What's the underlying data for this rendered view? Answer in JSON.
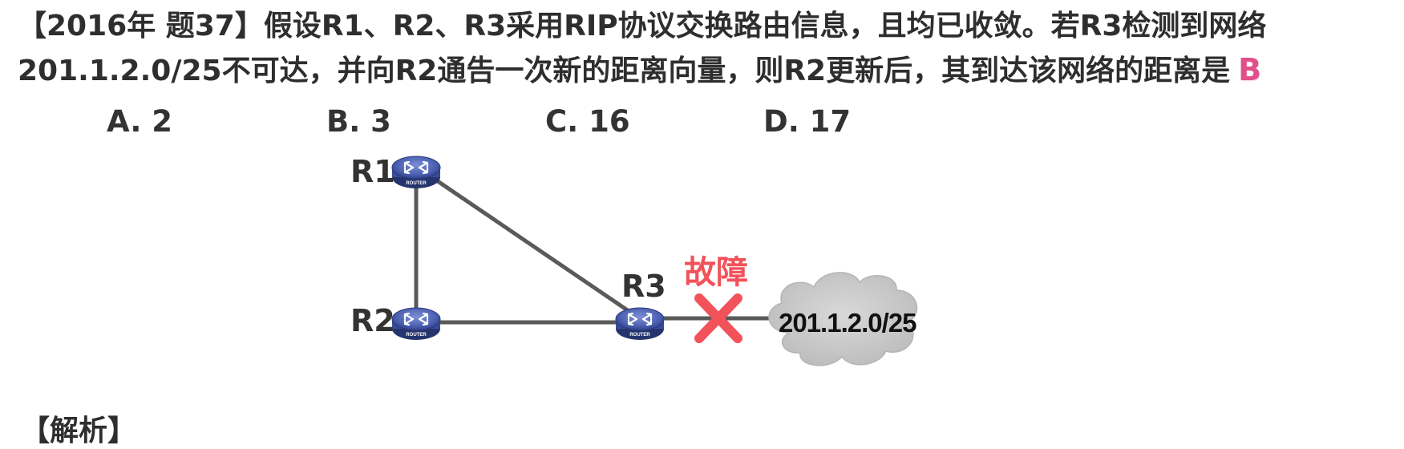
{
  "question": {
    "line1": "【2016年 题37】假设R1、R2、R3采用RIP协议交换路由信息，且均已收敛。若R3检测到网络",
    "line2": "201.1.2.0/25不可达，并向R2通告一次新的距离向量，则R2更新后，其到达该网络的距离是",
    "answer": "B"
  },
  "options": {
    "a": "A. 2",
    "b": "B. 3",
    "c": "C. 16",
    "d": "D. 17"
  },
  "diagram": {
    "routers": {
      "r1": "R1",
      "r2": "R2",
      "r3": "R3"
    },
    "router_badge": "ROUTER",
    "fault": "故障",
    "network": "201.1.2.0/25",
    "colors": {
      "router": "#4a5fb0",
      "link": "#5a5a5a",
      "fault": "#f2525a",
      "cloud": "#c9c9c9"
    }
  },
  "analysis_heading": "【解析】"
}
